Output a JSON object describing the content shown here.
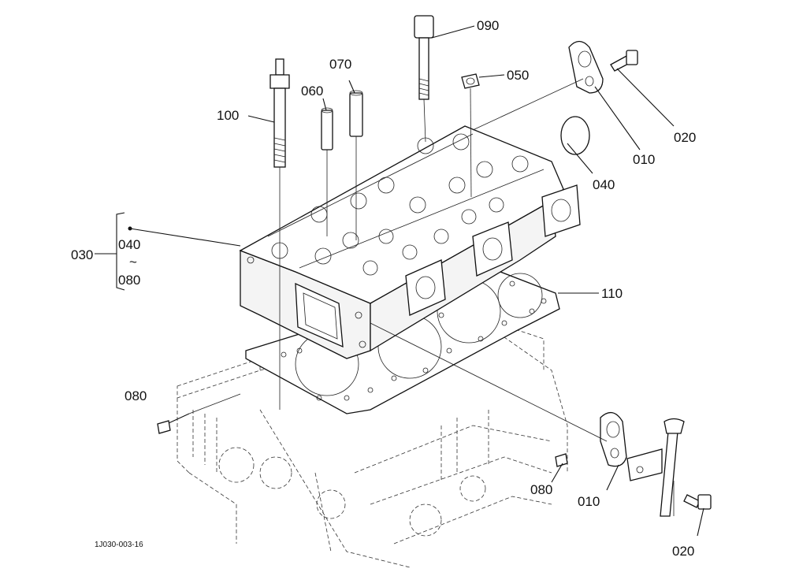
{
  "callouts": {
    "c100": "100",
    "c060": "060",
    "c070": "070",
    "c090": "090",
    "c050": "050",
    "c020_top": "020",
    "c010_top": "010",
    "c040_top": "040",
    "c110": "110",
    "c030": "030",
    "c040_group": "040",
    "c_tilde": "~",
    "c080_group": "080",
    "c080_left": "080",
    "c080_right": "080",
    "c010_bottom": "010",
    "c020_bottom": "020"
  },
  "figure_code": "1J030-003-16",
  "colors": {
    "ink": "#111111",
    "paper": "#ffffff"
  }
}
